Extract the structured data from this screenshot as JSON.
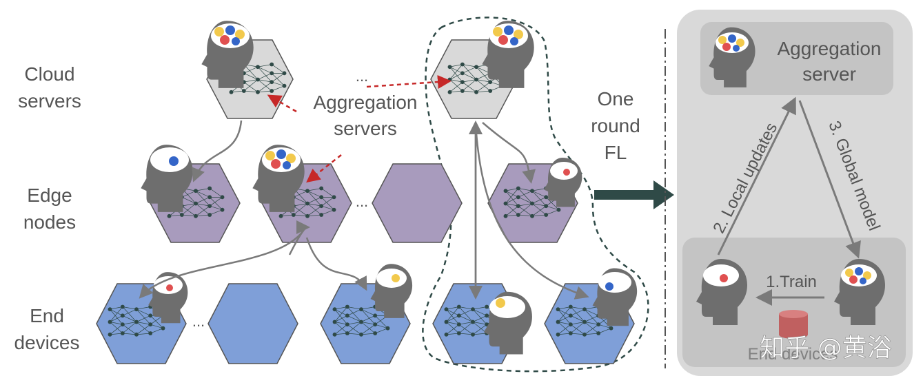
{
  "rows": {
    "cloud_line1": "Cloud",
    "cloud_line2": "servers",
    "edge_line1": "Edge",
    "edge_line2": "nodes",
    "end_line1": "End",
    "end_line2": "devices"
  },
  "aggregation_label": {
    "line1": "Aggregation",
    "line2": "servers"
  },
  "round_label": {
    "line1": "One",
    "line2": "round",
    "line3": "FL"
  },
  "ellipsis": "...",
  "panel": {
    "server_line1": "Aggregation",
    "server_line2": "server",
    "step1": "1.Train",
    "step2": "2. Local updates",
    "step3": "3. Global model",
    "devices_label": "End devices"
  },
  "watermark": "知乎 @黄浴",
  "colors": {
    "cloud_hex": "#d9d9d9",
    "edge_hex": "#a89bbd",
    "end_hex": "#7f9fd8",
    "head": "#6e6e6e",
    "text": "#555555",
    "red_arrow": "#c62828",
    "gray_arrow": "#7a7a7a",
    "big_arrow": "#2f4a47",
    "brain_yellow": "#f2c94c",
    "brain_blue": "#3465c8",
    "brain_red": "#e05050"
  }
}
